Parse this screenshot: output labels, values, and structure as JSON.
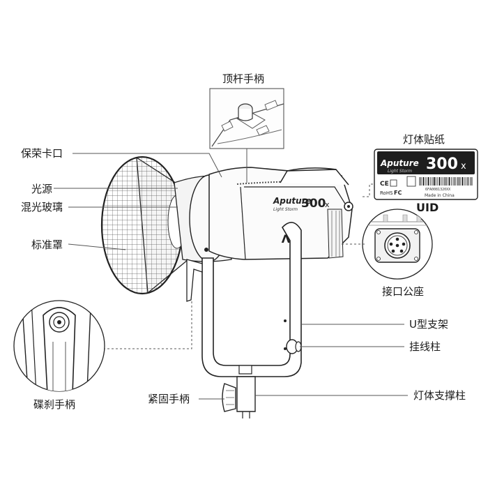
{
  "labels": {
    "top_handle": "顶杆手柄",
    "bayonet": "保荣卡口",
    "light_source": "光源",
    "diffuser_glass": "混光玻璃",
    "standard_reflector": "标准罩",
    "body_sticker": "灯体贴纸",
    "uid": "UID",
    "port": "接口公座",
    "u_bracket": "U型支架",
    "cable_post": "挂线柱",
    "brake_handle": "碟刹手柄",
    "tightening_handle": "紧固手柄",
    "support_post": "灯体支撑柱"
  },
  "sticker": {
    "brand": "Aputure",
    "series": "Light Storm",
    "model_number": "300",
    "model_suffix": "x",
    "cert_ce": "CE",
    "cert_rohs": "RoHS",
    "cert_fc": "FC",
    "serial": "6FA0081320XX",
    "made_in": "Made in China"
  },
  "body_text": {
    "brand": "Aputure",
    "series": "Light Storm",
    "model": "300",
    "suffix": "x"
  },
  "bracket_logo": "Λ"
}
